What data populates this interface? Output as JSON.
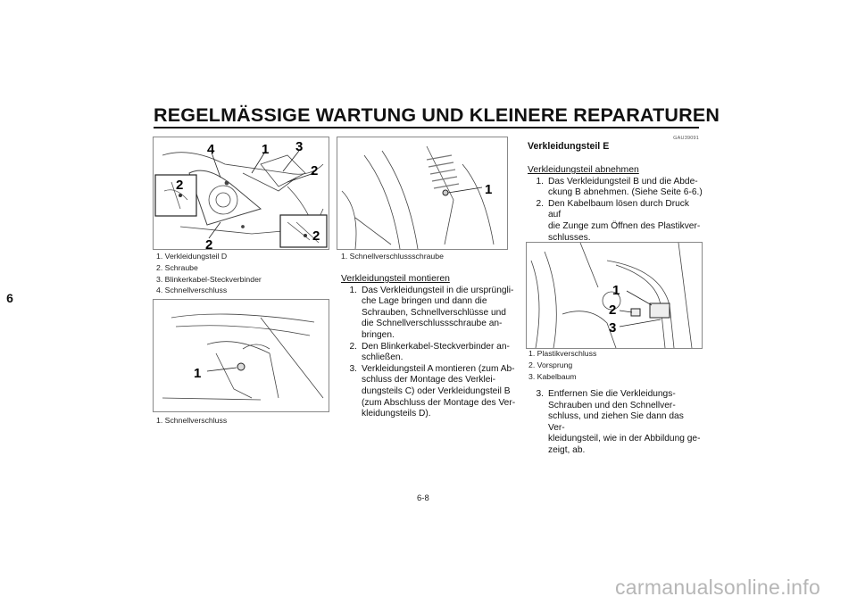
{
  "header": {
    "title": "REGELMÄSSIGE WARTUNG UND KLEINERE REPARATUREN"
  },
  "chapter_tab": "6",
  "figures": {
    "fig1": {
      "callouts": [
        "4",
        "1",
        "3",
        "2",
        "2",
        "2",
        "2"
      ],
      "captions": [
        "1. Verkleidungsteil D",
        "2. Schraube",
        "3. Blinkerkabel-Steckverbinder",
        "4. Schnellverschluss"
      ]
    },
    "fig2": {
      "callouts": [
        "1"
      ],
      "captions": [
        "1. Schnellverschluss"
      ]
    },
    "fig3": {
      "callouts": [
        "1"
      ],
      "captions": [
        "1. Schnellverschlussschraube"
      ]
    },
    "fig4": {
      "callouts": [
        "1",
        "2",
        "3"
      ],
      "captions": [
        "1. Plastikverschluss",
        "2. Vorsprung",
        "3. Kabelbaum"
      ]
    }
  },
  "install": {
    "heading": "Verkleidungsteil montieren",
    "steps": [
      {
        "num": "1.",
        "lines": [
          "Das Verkleidungsteil in die ursprüngli-",
          "che Lage bringen und dann die",
          "Schrauben, Schnellverschlüsse und",
          "die Schnellverschlussschraube an-",
          "bringen."
        ]
      },
      {
        "num": "2.",
        "lines": [
          "Den Blinkerkabel-Steckverbinder an-",
          "schließen."
        ]
      },
      {
        "num": "3.",
        "lines": [
          "Verkleidungsteil A montieren (zum Ab-",
          "schluss der Montage des Verklei-",
          "dungsteils C) oder Verkleidungsteil B",
          "(zum Abschluss der Montage des Ver-",
          "kleidungsteils D)."
        ]
      }
    ]
  },
  "section_e": {
    "code": "GAU39091",
    "title": "Verkleidungsteil E",
    "remove_heading": "Verkleidungsteil abnehmen",
    "steps_a": [
      {
        "num": "1.",
        "lines": [
          "Das Verkleidungsteil B und die Abde-",
          "ckung B abnehmen. (Siehe Seite 6-6.)"
        ]
      },
      {
        "num": "2.",
        "lines": [
          "Den Kabelbaum lösen durch Druck auf",
          "die Zunge zum Öffnen des Plastikver-",
          "schlusses."
        ]
      }
    ],
    "steps_b": [
      {
        "num": "3.",
        "lines": [
          "Entfernen Sie die Verkleidungs-",
          "Schrauben und den Schnellver-",
          "schluss, und ziehen Sie dann das Ver-",
          "kleidungsteil, wie in der Abbildung ge-",
          "zeigt, ab."
        ]
      }
    ]
  },
  "page_number": "6-8",
  "watermark": "carmanualsonline.info"
}
